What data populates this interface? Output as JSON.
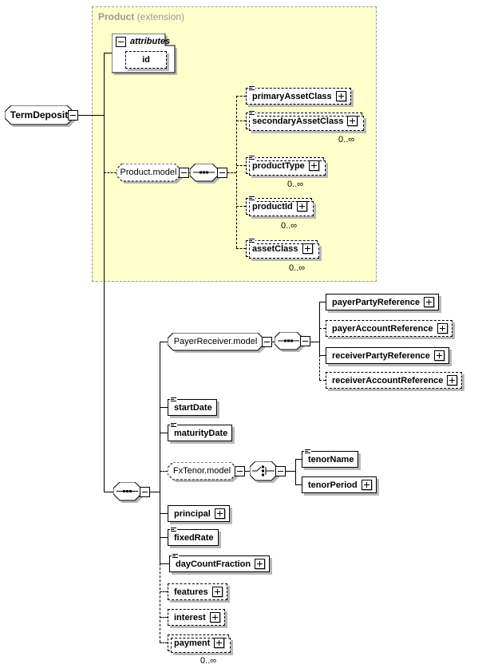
{
  "icons": {
    "expand": "+",
    "collapse": "−",
    "sequence": "•••",
    "choice": "switch",
    "text_content": "≡"
  },
  "root": {
    "label": "TermDeposit"
  },
  "panel": {
    "title": "Product",
    "subtitle": "(extension)"
  },
  "attributes": {
    "label": "attributes",
    "items": [
      {
        "label": "id"
      }
    ]
  },
  "product_model": {
    "label": "Product.model",
    "children": [
      {
        "label": "primaryAssetClass"
      },
      {
        "label": "secondaryAssetClass",
        "occurs": "0..∞"
      },
      {
        "label": "productType",
        "occurs": "0..∞"
      },
      {
        "label": "productId",
        "occurs": "0..∞"
      },
      {
        "label": "assetClass",
        "occurs": "0..∞"
      }
    ]
  },
  "payer_receiver": {
    "label": "PayerReceiver.model",
    "children": [
      {
        "label": "payerPartyReference"
      },
      {
        "label": "payerAccountReference"
      },
      {
        "label": "receiverPartyReference"
      },
      {
        "label": "receiverAccountReference"
      }
    ]
  },
  "fx_tenor": {
    "label": "FxTenor.model",
    "children": [
      {
        "label": "tenorName"
      },
      {
        "label": "tenorPeriod"
      }
    ]
  },
  "elements": {
    "start_date": "startDate",
    "maturity_date": "maturityDate",
    "principal": "principal",
    "fixed_rate": "fixedRate",
    "day_count_fraction": "dayCountFraction",
    "features": "features",
    "interest": "interest",
    "payment": "payment",
    "payment_occurs": "0..∞"
  }
}
